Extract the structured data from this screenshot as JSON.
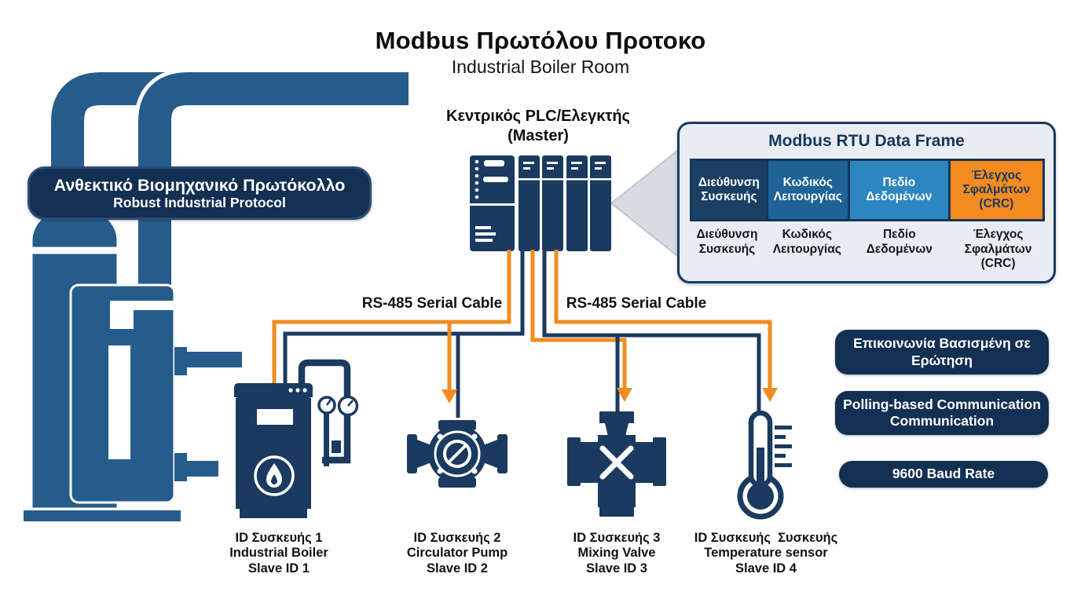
{
  "title": {
    "main": "Modbus Πρωτόλου Προτοκο",
    "sub": "Industrial Boiler Room"
  },
  "banner": {
    "line1": "Ανθεκτικό Βιομηχανικό Πρωτόκολλο",
    "line2": "Robust Industrial Protocol"
  },
  "plc": {
    "label_line1": "Κεντρικός PLC/Ελεγκτής",
    "label_line2": "(Master)"
  },
  "frame_box": {
    "title": "Modbus RTU Data Frame",
    "cells": [
      {
        "label": "Διεύθυνση Συσκευής",
        "color": "#1b3f63",
        "text_color": "#ffffff"
      },
      {
        "label": "Κωδικός Λειτουργίας",
        "color": "#1d6395",
        "text_color": "#ffffff"
      },
      {
        "label": "Πεδίο Δεδομένων",
        "color": "#2e86c1",
        "text_color": "#ffffff"
      },
      {
        "label": "Έλεγχος Σφαλμάτων (CRC)",
        "color": "#f68b1f",
        "text_color": "#16395f"
      }
    ],
    "captions": [
      "Διεύθυνση Συσκευής",
      "Κωδικός Λειτουργίας",
      "Πεδίο Δεδομένων",
      "Έλεγχος Σφαλμάτων (CRC)"
    ]
  },
  "cables": {
    "left_label": "RS-485 Serial Cable",
    "right_label": "RS-485 Serial Cable"
  },
  "devices": [
    {
      "id_line": "ID Συσκευής 1",
      "name_line": "Industrial Boiler",
      "slave_line": "Slave ID 1",
      "icon": "boiler-icon"
    },
    {
      "id_line": "ID Συσκευής 2",
      "name_line": "Circulator Pump",
      "slave_line": "Slave ID 2",
      "icon": "pump-icon"
    },
    {
      "id_line": "ID Συσκευής 3",
      "name_line": "Mixing Valve",
      "slave_line": "Slave ID 3",
      "icon": "valve-icon"
    },
    {
      "id_line": "ID Συσκευής  Συσκευής",
      "name_line": "Temperature sensor",
      "slave_line": "Slave ID 4",
      "icon": "thermometer-icon"
    }
  ],
  "badges": [
    {
      "lines": [
        "Επικοινωνία Βασισμένη σε",
        "Ερώτηση"
      ]
    },
    {
      "lines": [
        "Polling-based Communication",
        "Communication"
      ]
    },
    {
      "lines": [
        "9600 Baud Rate"
      ]
    }
  ],
  "colors": {
    "navy": "#1b3a5f",
    "pipe_blue": "#265c8b",
    "wire_orange": "#f08c1f",
    "badge_navy": "#132f52",
    "frame_box_bg": "#e9edf2",
    "pointer_gray": "#d7dce2"
  }
}
